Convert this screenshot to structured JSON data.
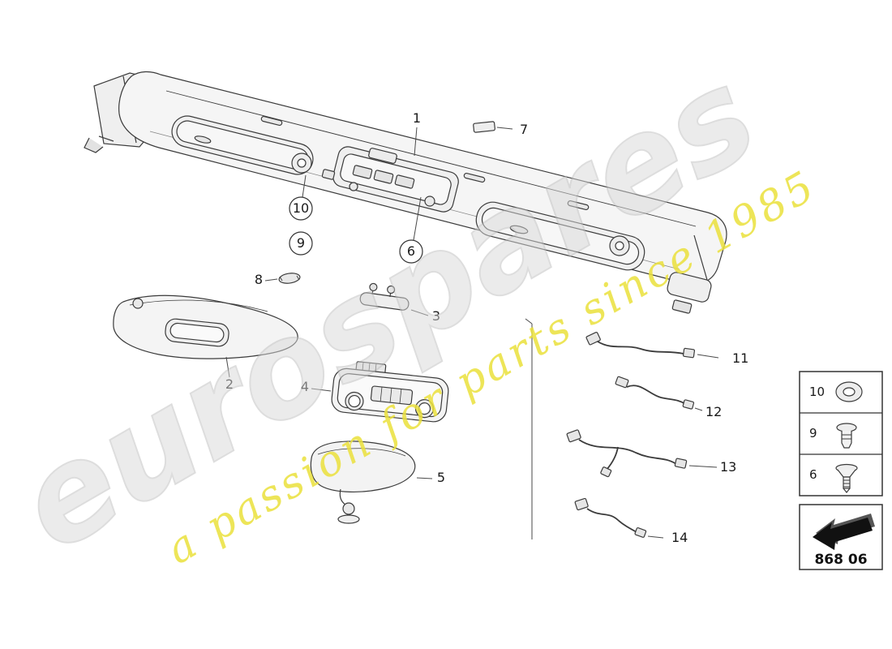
{
  "watermark": {
    "brand": "eurospares",
    "tagline": "a passion for parts since 1985",
    "brand_color": "#d9d9d9",
    "tagline_color": "#ebe13c"
  },
  "diagram": {
    "description": "front-panel-trim-exploded-view",
    "callouts": [
      {
        "label": "1",
        "circled": false,
        "part": "front-panel-trim"
      },
      {
        "label": "2",
        "circled": false,
        "part": "sun-visor"
      },
      {
        "label": "3",
        "circled": false,
        "part": "lamp-bracket"
      },
      {
        "label": "4",
        "circled": false,
        "part": "overhead-console"
      },
      {
        "label": "5",
        "circled": false,
        "part": "rearview-mirror"
      },
      {
        "label": "6",
        "circled": true,
        "part": "screw"
      },
      {
        "label": "7",
        "circled": false,
        "part": "clip"
      },
      {
        "label": "8",
        "circled": false,
        "part": "bulb"
      },
      {
        "label": "9",
        "circled": true,
        "part": "rivet"
      },
      {
        "label": "10",
        "circled": true,
        "part": "grommet"
      },
      {
        "label": "11",
        "circled": false,
        "part": "cable"
      },
      {
        "label": "12",
        "circled": false,
        "part": "cable"
      },
      {
        "label": "13",
        "circled": false,
        "part": "cable"
      },
      {
        "label": "14",
        "circled": false,
        "part": "cable"
      }
    ]
  },
  "legend": {
    "items": [
      {
        "label": "10",
        "icon": "grommet-icon"
      },
      {
        "label": "9",
        "icon": "expanding-rivet-icon"
      },
      {
        "label": "6",
        "icon": "screw-icon"
      }
    ],
    "part_group_code": "868 06",
    "arrow_icon": "direction-arrow-icon"
  }
}
